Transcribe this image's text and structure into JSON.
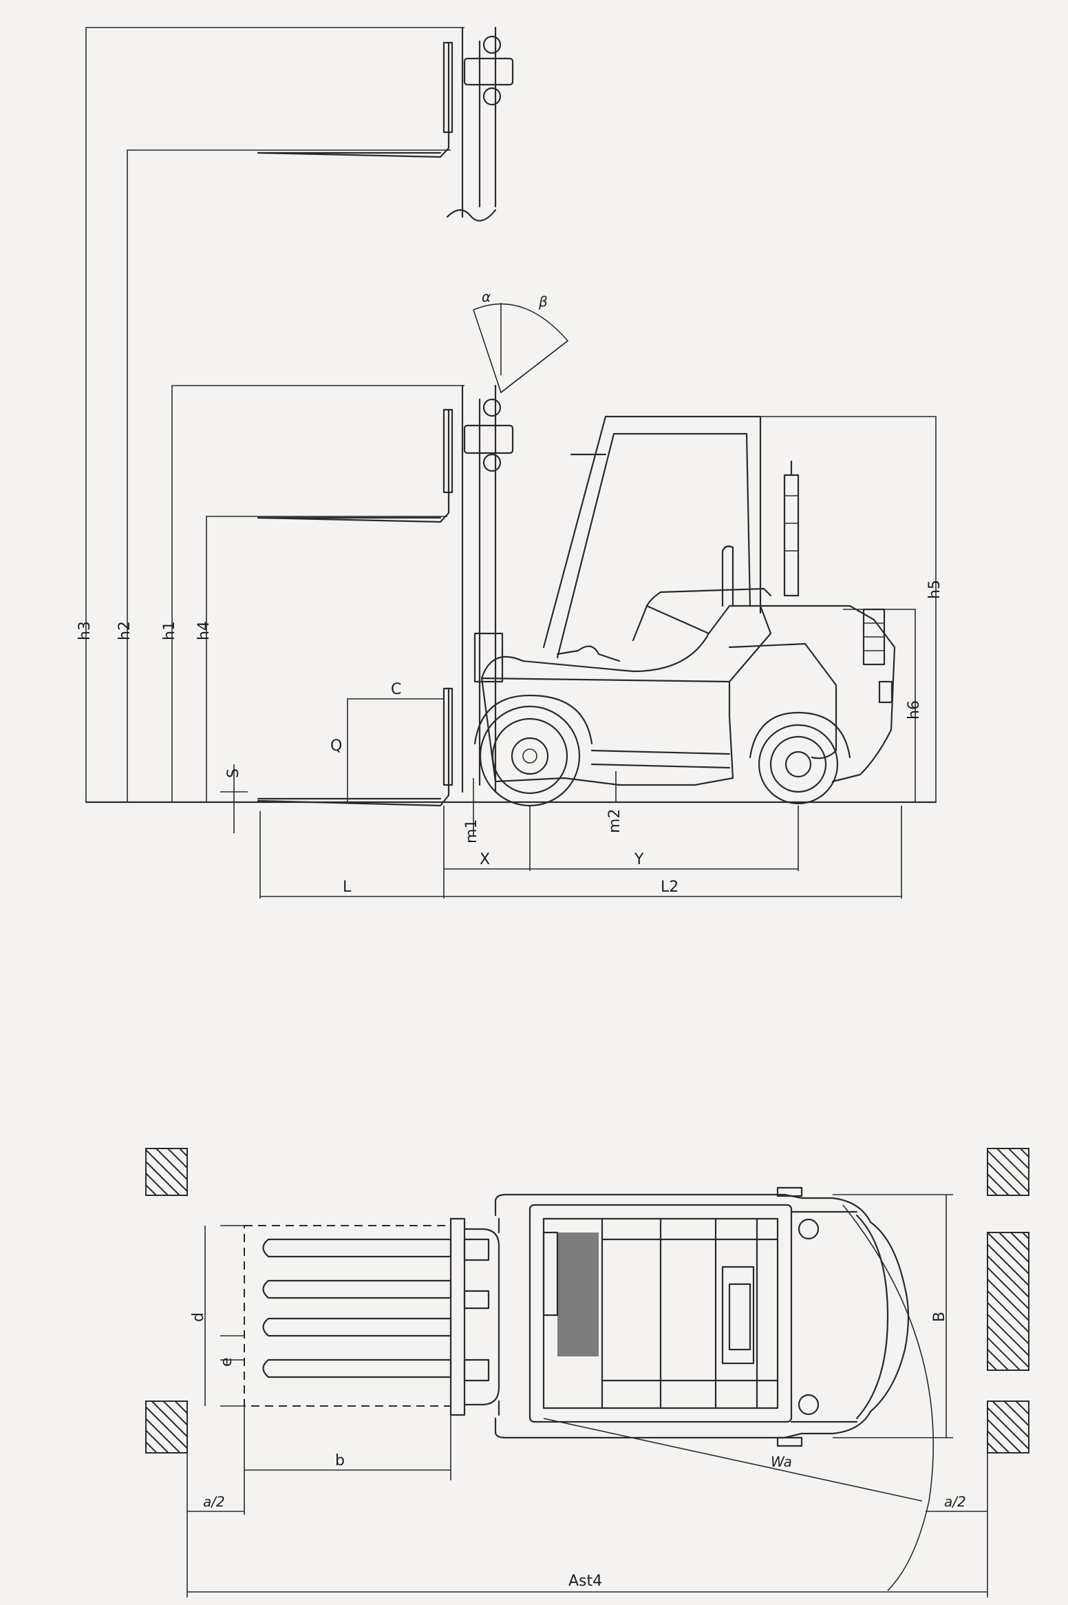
{
  "labels": {
    "h3": "h3",
    "h2": "h2",
    "h1": "h1",
    "h4": "h4",
    "h5": "h5",
    "h6": "h6",
    "alpha": "α",
    "beta": "β",
    "C": "C",
    "Q": "Q",
    "S": "S",
    "m1": "m1",
    "m2": "m2",
    "X": "X",
    "Y": "Y",
    "L": "L",
    "L2": "L2",
    "d": "d",
    "e": "e",
    "b": "b",
    "B": "B",
    "Wa": "Wa",
    "a2_left": "a/2",
    "a2_right": "a/2",
    "Ast4": "Ast4"
  }
}
